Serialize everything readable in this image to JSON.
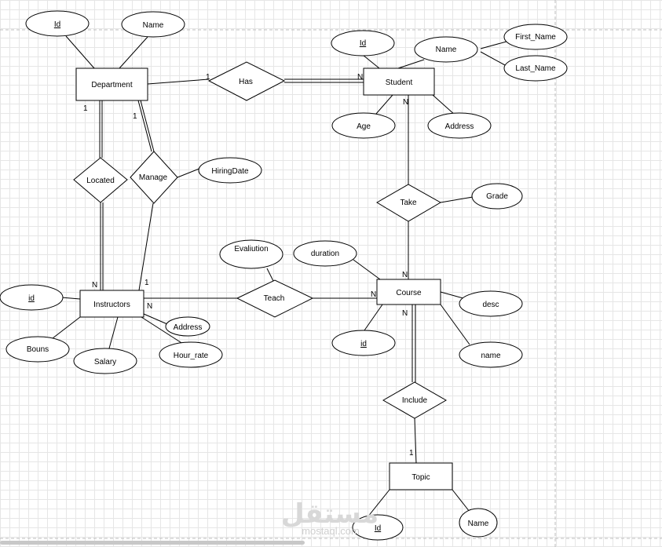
{
  "entities": {
    "department": "Department",
    "student": "Student",
    "instructors": "Instructors",
    "course": "Course",
    "topic": "Topic"
  },
  "relationships": {
    "has": "Has",
    "located": "Located",
    "manage": "Manage",
    "take": "Take",
    "teach": "Teach",
    "include": "Include"
  },
  "attributes": {
    "dept_id": "Id",
    "dept_name": "Name",
    "student_id": "Id",
    "student_name": "Name",
    "first_name": "First_Name",
    "last_name": "Last_Name",
    "age": "Age",
    "student_address": "Address",
    "hiring_date": "HiringDate",
    "grade": "Grade",
    "evaluation": "Evaliution",
    "duration": "duration",
    "inst_id": "id",
    "bouns": "Bouns",
    "salary": "Salary",
    "hour_rate": "Hour_rate",
    "inst_address": "Address",
    "course_id": "id",
    "desc": "desc",
    "course_name": "name",
    "topic_id": "Id",
    "topic_name": "Name"
  },
  "cardinalities": {
    "dept_has": "1",
    "student_has": "N",
    "dept_located": "1",
    "dept_manage": "1",
    "student_take": "N",
    "course_take": "N",
    "inst_located": "N",
    "inst_manage": "1",
    "inst_teach": "N",
    "course_teach": "N",
    "course_include": "N",
    "topic_include": "1"
  },
  "watermark": {
    "arabic": "مستقل",
    "latin": "mostaql.com"
  }
}
